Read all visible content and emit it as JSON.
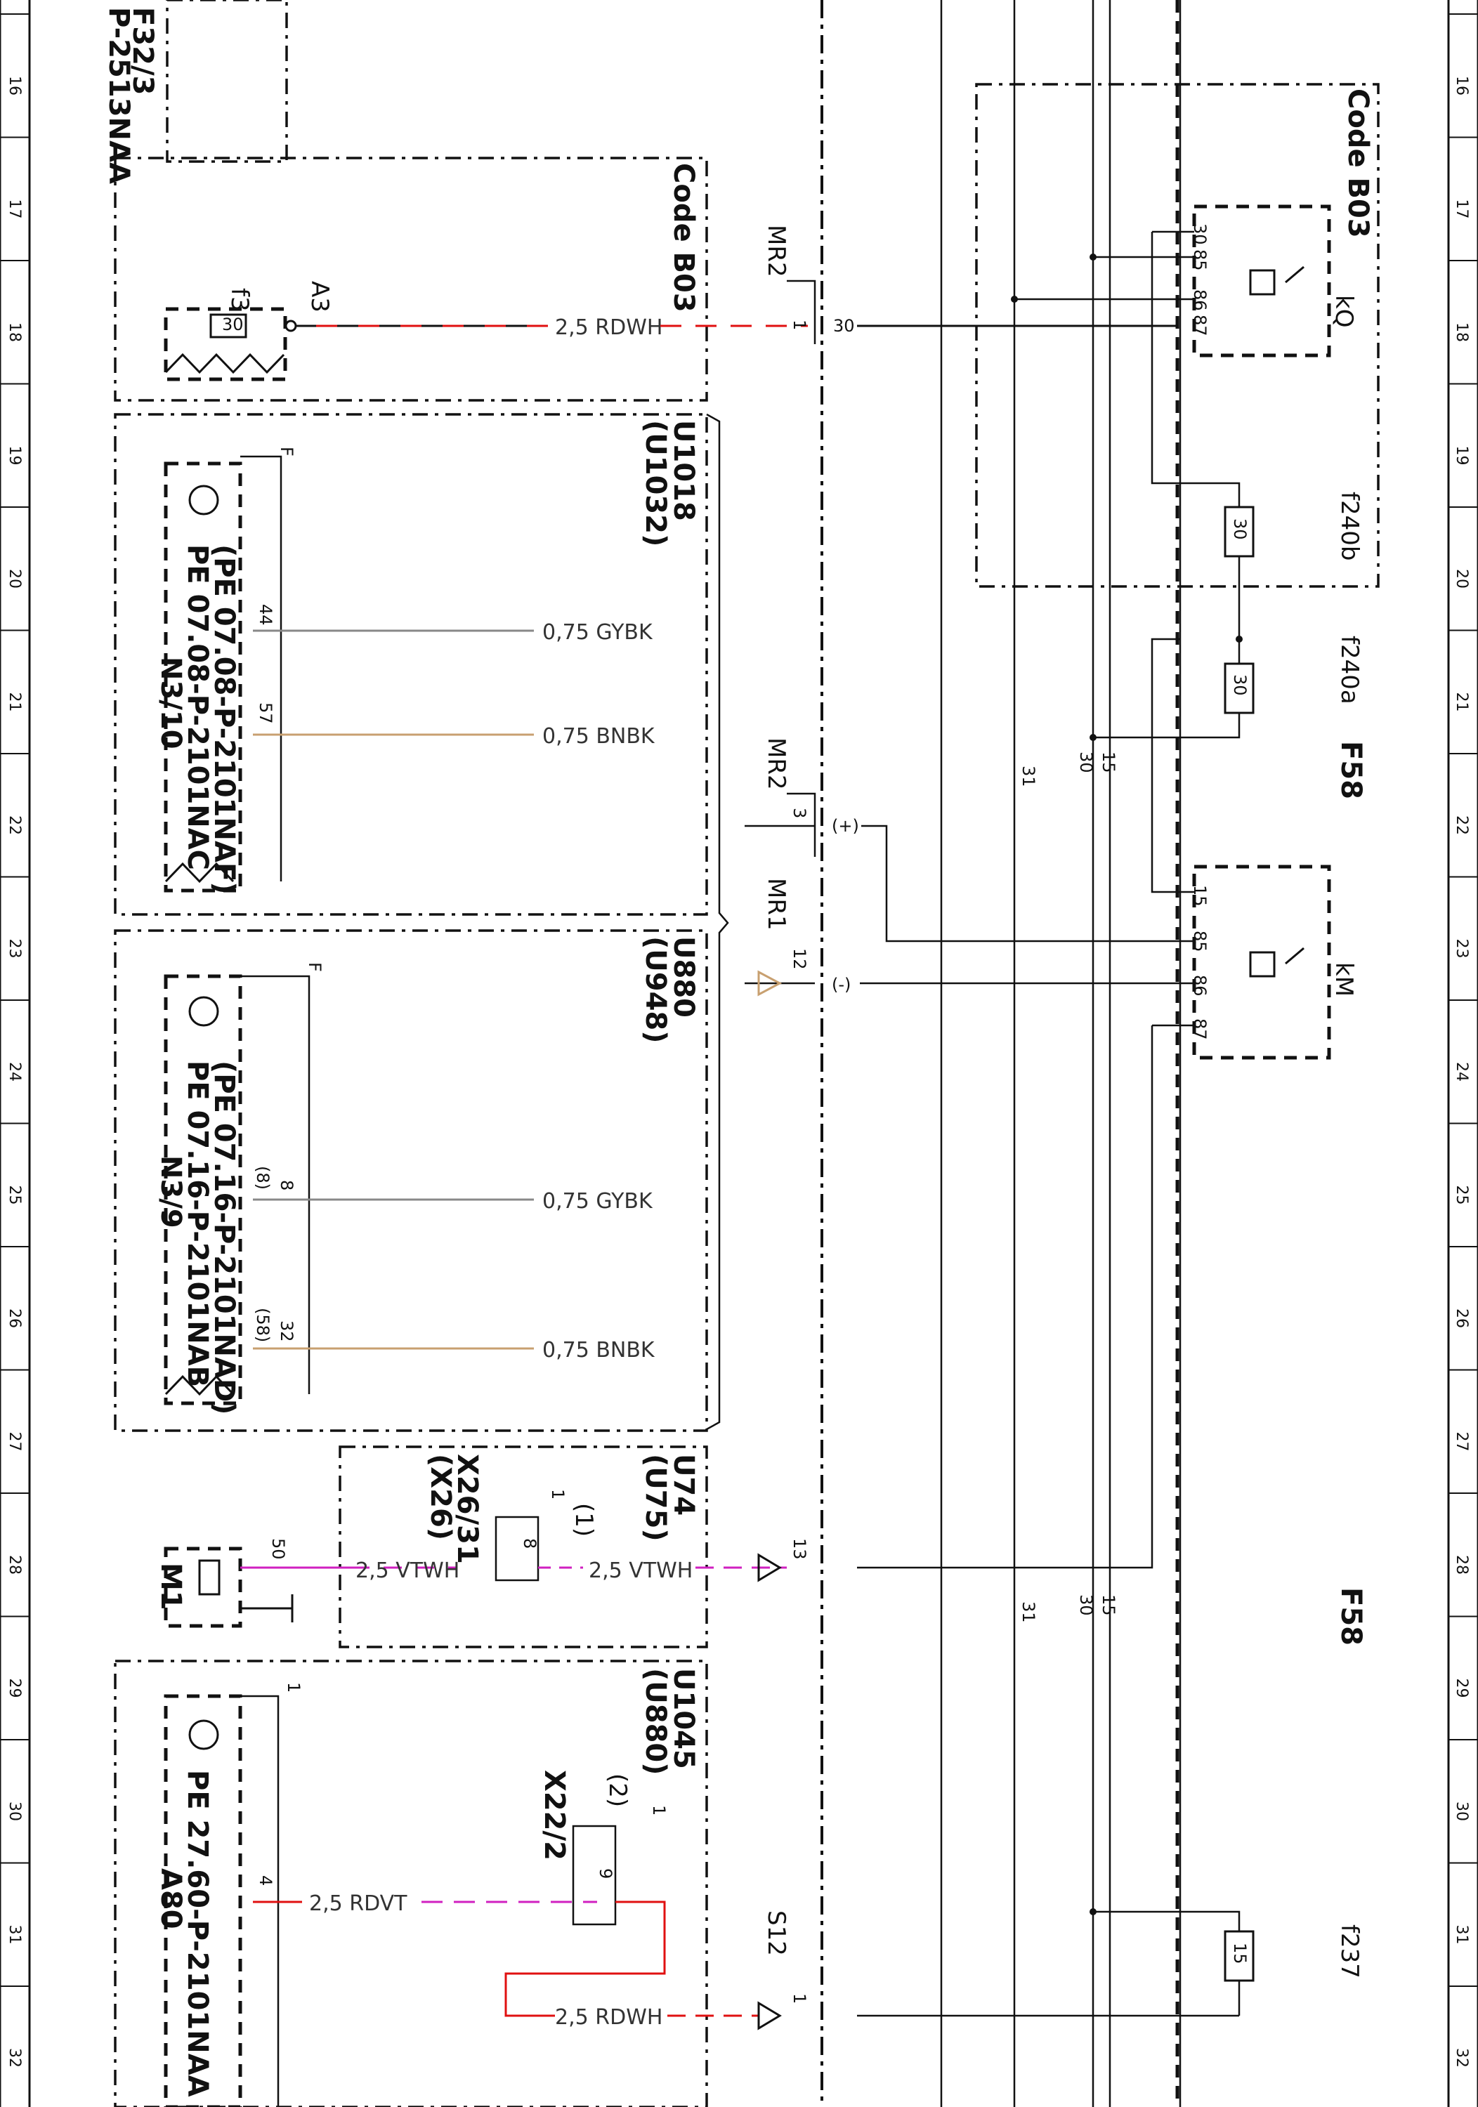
{
  "grid": {
    "left_numbers": [
      "16",
      "17",
      "18",
      "19",
      "20",
      "21",
      "22",
      "23",
      "24",
      "25",
      "26",
      "27",
      "28",
      "29",
      "30",
      "31",
      "32"
    ],
    "right_numbers": [
      "16",
      "17",
      "18",
      "19",
      "20",
      "21",
      "22",
      "23",
      "24",
      "25",
      "26",
      "27",
      "28",
      "29",
      "30",
      "31",
      "32"
    ]
  },
  "modules": {
    "f32_3": {
      "label": "F32/3",
      "part": "P-2513NAA"
    },
    "code_b03_left": {
      "label": "Code B03",
      "fuse": "f3",
      "fuse_value": "30",
      "pin": "A3"
    },
    "n3_10": {
      "label": "N3/10",
      "u_code": "U1018",
      "u_alt": "(U1032)",
      "ref1": "PE 07.08-P-2101NAC",
      "ref2": "(PE 07.08-P-2101NAF)",
      "pin_f": "F",
      "pin_44": "44",
      "pin_57": "57"
    },
    "n3_9": {
      "label": "N3/9",
      "u_code": "U880",
      "u_alt": "(U948)",
      "ref1": "PE 07.16-P-2101NAB",
      "ref2": "(PE 07.16-P-2101NAD)",
      "pin_f": "F",
      "pin_8": "8",
      "pin_8b": "(8)",
      "pin_32": "32",
      "pin_58": "(58)"
    },
    "m1": {
      "label": "M1",
      "pin_50": "50"
    },
    "x26": {
      "u_code": "U74",
      "u_alt": "(U75)",
      "label": "X26/31",
      "alt": "(X26)",
      "pin": "8",
      "pin_1": "1",
      "pin_1b": "(1)"
    },
    "a80": {
      "label": "A80",
      "u_code": "U1045",
      "u_alt": "(U880)",
      "ref": "PE 27.60-P-2101NAA",
      "pin_1": "1",
      "pin_4": "4"
    },
    "x22_2": {
      "label": "X22/2",
      "pin": "9",
      "pin_1": "1",
      "pin_2": "(2)"
    }
  },
  "wires": {
    "w_a3": "2,5 RDWH",
    "w_44": "0,75 GYBK",
    "w_57": "0,75 BNBK",
    "w_8": "0,75 GYBK",
    "w_32": "0,75 BNBK",
    "w_m1_left": "2,5 VTWH",
    "w_m1_right": "2,5 VTWH",
    "w_a80": "2,5 RDVT",
    "w_s12": "2,5 RDWH"
  },
  "connectors": {
    "mr2_top": {
      "label": "MR2",
      "pin": "1",
      "term": "30"
    },
    "mr2_mid": {
      "label": "MR2",
      "pin": "3",
      "term": "(+)"
    },
    "mr1": {
      "label": "MR1",
      "pin": "12",
      "term": "(-)"
    },
    "c13": {
      "pin": "13"
    },
    "s12": {
      "label": "S12",
      "pin": "1"
    }
  },
  "fusebox": {
    "label": "F58",
    "label2": "F58",
    "code_b03": "Code B03",
    "kq": {
      "label": "kQ",
      "pins": [
        "30",
        "85",
        "86",
        "87"
      ]
    },
    "km": {
      "label": "kM",
      "pins": [
        "15",
        "85",
        "86",
        "87"
      ]
    },
    "f240b": {
      "label": "f240b",
      "value": "30"
    },
    "f240a": {
      "label": "f240a",
      "value": "30"
    },
    "f237": {
      "label": "f237",
      "value": "15"
    },
    "rails": [
      "31",
      "30",
      "15"
    ],
    "rails_lower": [
      "31",
      "30",
      "15"
    ]
  },
  "colors": {
    "red": "#e01010",
    "pink": "#d020c0",
    "gray": "#888888",
    "tan": "#c8a070",
    "line": "#111111"
  }
}
